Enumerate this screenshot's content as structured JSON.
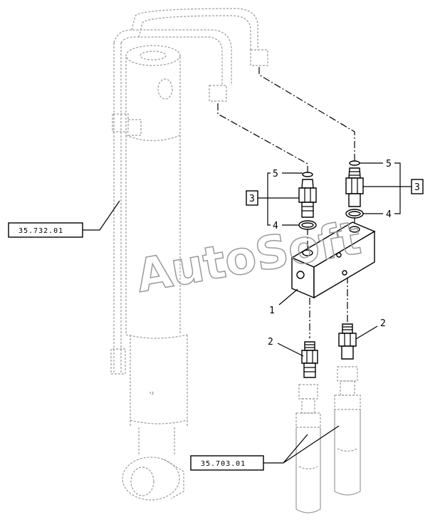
{
  "watermark": "AutoSoft",
  "item_labels": {
    "block": "1",
    "adapter_lower_left": "2",
    "adapter_lower_right": "2",
    "ref_left": "3",
    "ref_right": "3",
    "oring_lower_left": "4",
    "oring_lower_right": "4",
    "oring_upper_left": "5",
    "oring_upper_right": "5"
  },
  "references": {
    "cylinder_ref": "35.732.01",
    "hose_ref": "35.703.01"
  }
}
